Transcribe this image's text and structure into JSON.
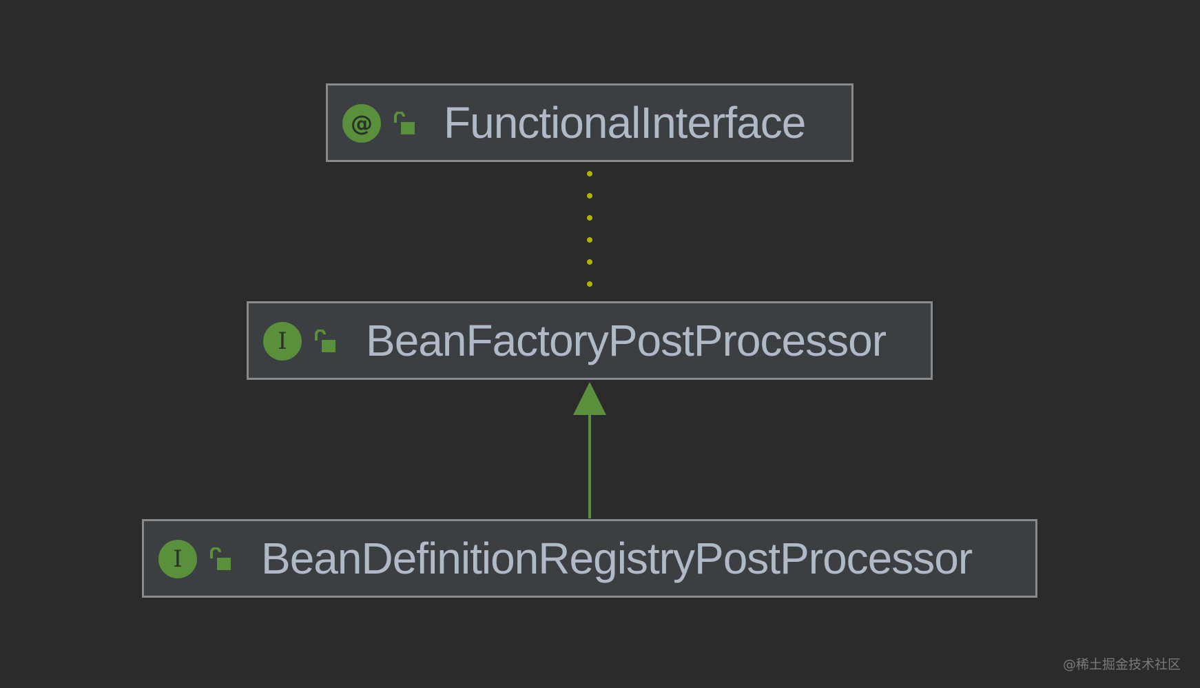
{
  "diagram": {
    "nodes": [
      {
        "id": "functional-interface",
        "label": "FunctionalInterface",
        "kind": "annotation",
        "badge": "@"
      },
      {
        "id": "bean-factory-post-processor",
        "label": "BeanFactoryPostProcessor",
        "kind": "interface",
        "badge": "I"
      },
      {
        "id": "bean-definition-registry-post-processor",
        "label": "BeanDefinitionRegistryPostProcessor",
        "kind": "interface",
        "badge": "I"
      }
    ],
    "edges": [
      {
        "from": "bean-factory-post-processor",
        "to": "functional-interface",
        "style": "dotted",
        "color": "#b5b000"
      },
      {
        "from": "bean-definition-registry-post-processor",
        "to": "bean-factory-post-processor",
        "style": "solid-arrow",
        "color": "#5a8f3c"
      }
    ]
  },
  "colors": {
    "background": "#2b2b2b",
    "node_fill": "#3c3f41",
    "node_border": "#8a8a8a",
    "badge_green": "#5a8f3c",
    "label_text": "#b0bac6"
  },
  "watermark": "@稀土掘金技术社区"
}
